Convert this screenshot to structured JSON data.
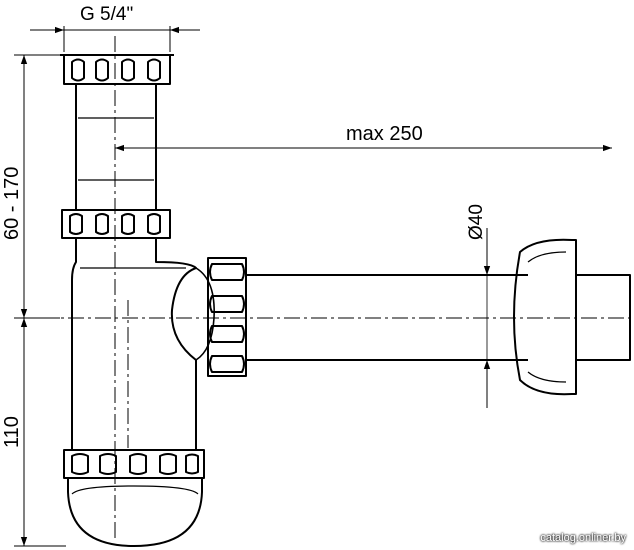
{
  "dimensions": {
    "thread": "G 5/4\"",
    "reach": "max 250",
    "height_range": "60 - 170",
    "pipe_diameter": "Ø40",
    "bottom_height": "110"
  },
  "watermark": "catalog.onliner.by",
  "colors": {
    "line": "#000000",
    "background": "#ffffff"
  }
}
